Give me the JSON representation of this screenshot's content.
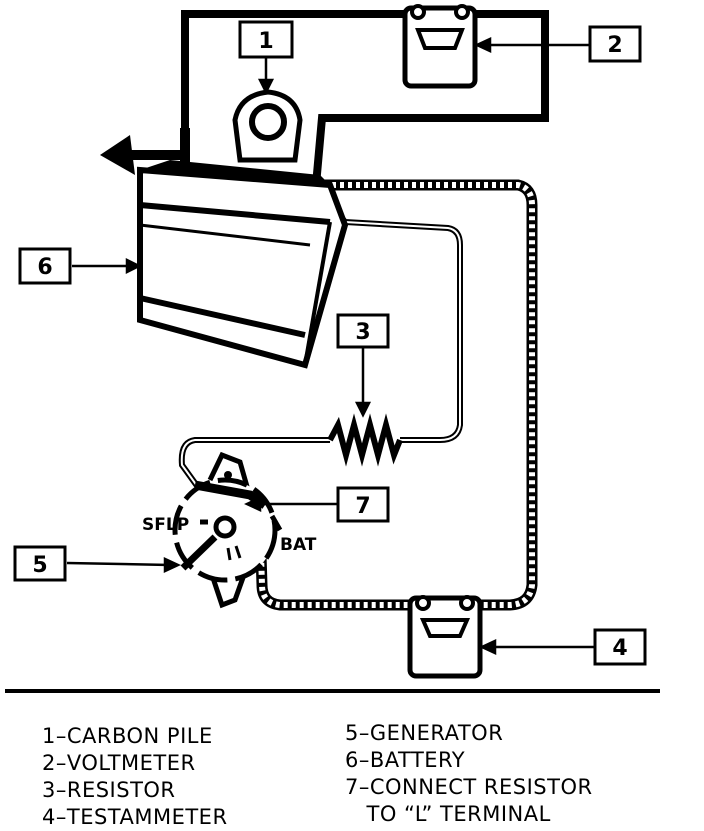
{
  "diagram": {
    "callouts": [
      "1",
      "2",
      "3",
      "4",
      "5",
      "6",
      "7"
    ],
    "terminal_labels": {
      "sflp": "SFLP",
      "bat": "BAT"
    }
  },
  "legend": {
    "left": [
      "1–CARBON PILE",
      "2–VOLTMETER",
      "3–RESISTOR",
      "4–TESTAMMETER"
    ],
    "right": [
      "5–GENERATOR",
      "6–BATTERY",
      "7–CONNECT RESISTOR",
      "   TO “L” TERMINAL"
    ]
  }
}
